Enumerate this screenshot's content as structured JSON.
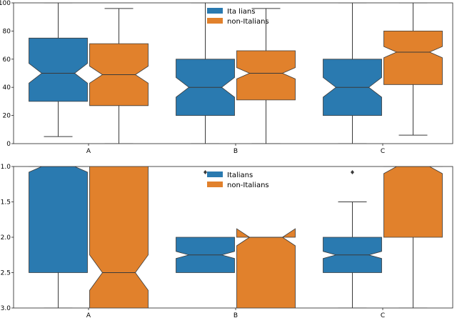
{
  "chart_data": [
    {
      "type": "box",
      "variant": "notched",
      "categories": [
        "A",
        "B",
        "C"
      ],
      "ylim": [
        0,
        100
      ],
      "yticks": [
        0,
        20,
        40,
        60,
        80,
        100
      ],
      "ytick_labels": [
        "0",
        "20",
        "40",
        "60",
        "80",
        "100"
      ],
      "xlabel": "",
      "ylabel": "",
      "grid": false,
      "legend_position": "top-center",
      "series": [
        {
          "name": "Ita lians",
          "color": "#2a7ab0",
          "boxes": [
            {
              "category": "A",
              "whislo": 5,
              "q1": 30,
              "med": 50,
              "q3": 75,
              "whishi": 100,
              "notch_lo": 43,
              "notch_hi": 57,
              "fliers": []
            },
            {
              "category": "B",
              "whislo": 0,
              "q1": 20,
              "med": 40,
              "q3": 60,
              "whishi": 100,
              "notch_lo": 33,
              "notch_hi": 47,
              "fliers": []
            },
            {
              "category": "C",
              "whislo": 0,
              "q1": 20,
              "med": 40,
              "q3": 60,
              "whishi": 100,
              "notch_lo": 33,
              "notch_hi": 47,
              "fliers": []
            }
          ]
        },
        {
          "name": "non-Italians",
          "color": "#e1812c",
          "boxes": [
            {
              "category": "A",
              "whislo": 0,
              "q1": 27,
              "med": 49,
              "q3": 71,
              "whishi": 96,
              "notch_lo": 43,
              "notch_hi": 55,
              "fliers": []
            },
            {
              "category": "B",
              "whislo": 0,
              "q1": 31,
              "med": 50,
              "q3": 66,
              "whishi": 96,
              "notch_lo": 46,
              "notch_hi": 54,
              "fliers": []
            },
            {
              "category": "C",
              "whislo": 6,
              "q1": 42,
              "med": 65,
              "q3": 80,
              "whishi": 100,
              "notch_lo": 61,
              "notch_hi": 69,
              "fliers": []
            }
          ]
        }
      ]
    },
    {
      "type": "box",
      "variant": "notched",
      "categories": [
        "A",
        "B",
        "C"
      ],
      "ylim": [
        3.0,
        1.0
      ],
      "inverted_y": true,
      "yticks": [
        1.0,
        1.5,
        2.0,
        2.5,
        3.0
      ],
      "ytick_labels": [
        "1.0",
        "1.5",
        "2.0",
        "2.5",
        "3.0"
      ],
      "xlabel": "",
      "ylabel": "",
      "grid": false,
      "legend_position": "top-center",
      "series": [
        {
          "name": "Italians",
          "color": "#2a7ab0",
          "boxes": [
            {
              "category": "A",
              "whislo": 1.0,
              "q1": 1.0,
              "med": 1.0,
              "q3": 2.5,
              "whishi": 3.0,
              "notch_lo": 0.92,
              "notch_hi": 1.08,
              "fliers": []
            },
            {
              "category": "B",
              "whislo": 2.0,
              "q1": 2.0,
              "med": 2.25,
              "q3": 2.5,
              "whishi": 2.5,
              "notch_lo": 2.2,
              "notch_hi": 2.3,
              "fliers": [
                1.0
              ]
            },
            {
              "category": "C",
              "whislo": 1.5,
              "q1": 2.0,
              "med": 2.25,
              "q3": 2.5,
              "whishi": 3.0,
              "notch_lo": 2.2,
              "notch_hi": 2.3,
              "fliers": [
                1.0
              ]
            }
          ]
        },
        {
          "name": "non-Italians",
          "color": "#e1812c",
          "boxes": [
            {
              "category": "A",
              "whislo": 1.0,
              "q1": 1.0,
              "med": 2.5,
              "q3": 3.0,
              "whishi": 3.0,
              "notch_lo": 2.25,
              "notch_hi": 2.75,
              "fliers": []
            },
            {
              "category": "B",
              "whislo": 2.0,
              "q1": 2.0,
              "med": 2.0,
              "q3": 3.0,
              "whishi": 3.0,
              "notch_lo": 1.88,
              "notch_hi": 2.12,
              "fliers": []
            },
            {
              "category": "C",
              "whislo": 1.0,
              "q1": 1.0,
              "med": 1.0,
              "q3": 2.0,
              "whishi": 3.0,
              "notch_lo": 0.9,
              "notch_hi": 1.1,
              "fliers": []
            }
          ]
        }
      ]
    }
  ]
}
